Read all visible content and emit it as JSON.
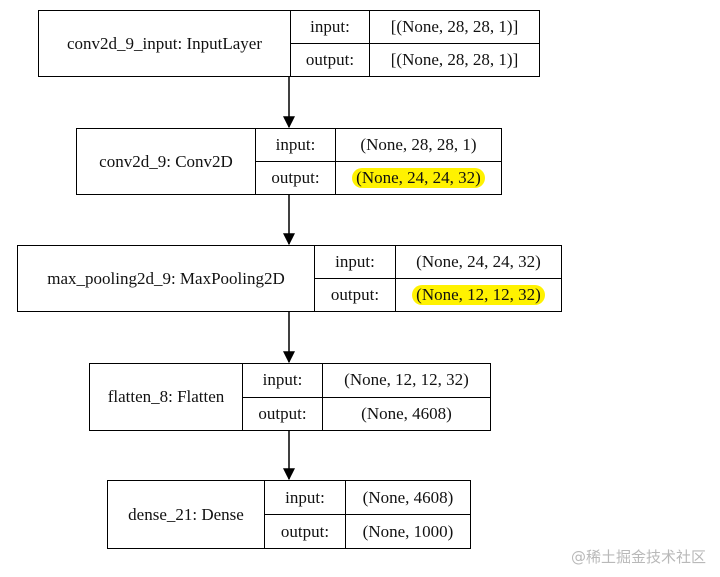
{
  "nodes": [
    {
      "name": "conv2d_9_input: InputLayer",
      "input_label": "input:",
      "input_value": "[(None, 28, 28, 1)]",
      "output_label": "output:",
      "output_value": "[(None, 28, 28, 1)]",
      "output_highlighted": false
    },
    {
      "name": "conv2d_9: Conv2D",
      "input_label": "input:",
      "input_value": "(None, 28, 28, 1)",
      "output_label": "output:",
      "output_value": "(None, 24, 24, 32)",
      "output_highlighted": true
    },
    {
      "name": "max_pooling2d_9: MaxPooling2D",
      "input_label": "input:",
      "input_value": "(None, 24, 24, 32)",
      "output_label": "output:",
      "output_value": "(None, 12, 12, 32)",
      "output_highlighted": true
    },
    {
      "name": "flatten_8: Flatten",
      "input_label": "input:",
      "input_value": "(None, 12, 12, 32)",
      "output_label": "output:",
      "output_value": "(None, 4608)",
      "output_highlighted": false
    },
    {
      "name": "dense_21: Dense",
      "input_label": "input:",
      "input_value": "(None, 4608)",
      "output_label": "output:",
      "output_value": "(None, 1000)",
      "output_highlighted": false
    }
  ],
  "highlight_color": "#fff200",
  "watermark": "@稀土掘金技术社区"
}
